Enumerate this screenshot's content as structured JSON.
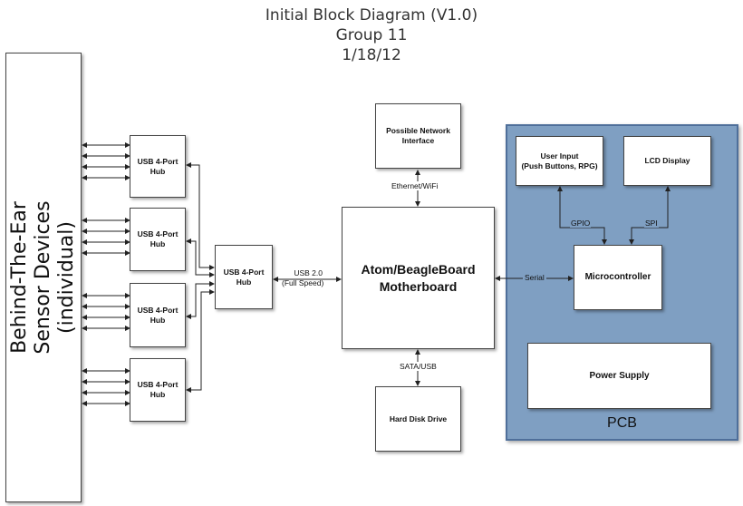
{
  "title": {
    "line1": "Initial Block Diagram  (V1.0)",
    "line2": "Group 11",
    "line3": "1/18/12"
  },
  "sensor": {
    "line1": "Behind-The-Ear",
    "line2": "Sensor Devices",
    "line3": "(individual)"
  },
  "hubs": {
    "hub1": [
      "USB 4-Port",
      "Hub"
    ],
    "hub2": [
      "USB 4-Port",
      "Hub"
    ],
    "hub3": [
      "USB 4-Port",
      "Hub"
    ],
    "hub4": [
      "USB 4-Port",
      "Hub"
    ],
    "main": [
      "USB 4-Port",
      "Hub"
    ]
  },
  "network": [
    "Possible Network",
    "Interface"
  ],
  "motherboard": [
    "Atom/BeagleBoard",
    "Motherboard"
  ],
  "disk": "Hard Disk Drive",
  "user_input": [
    "User Input",
    "(Push Buttons, RPG)"
  ],
  "lcd": "LCD Display",
  "micro": "Microcontroller",
  "power": "Power Supply",
  "pcb": "PCB",
  "labels": {
    "usb_line1": "USB 2.0",
    "usb_line2": "(Full Speed)",
    "ethernet": "Ethernet/WiFi",
    "sata": "SATA/USB",
    "serial": "Serial",
    "gpio": "GPIO",
    "spi": "SPI"
  },
  "colors": {
    "pcb_fill": "#7f9fc2",
    "pcb_border": "#4f6f9a",
    "line": "#222222"
  }
}
